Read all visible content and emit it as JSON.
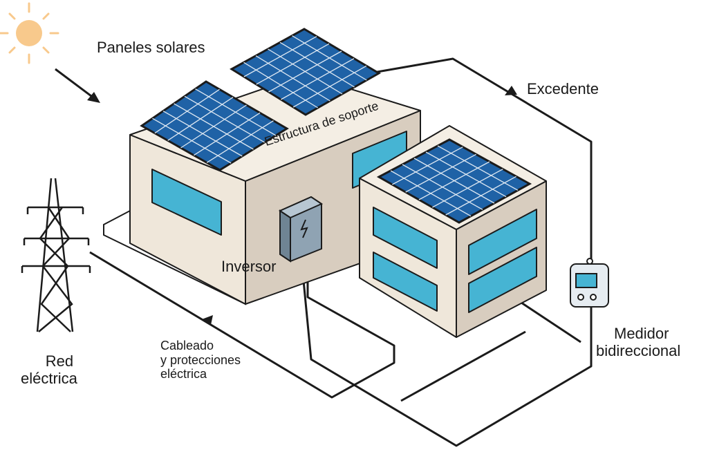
{
  "labels": {
    "panels": "Paneles solares",
    "surplus": "Excedente",
    "structure": "Estructura de soporte",
    "inverter": "Inversor",
    "grid_line1": "Red",
    "grid_line2": "eléctrica",
    "wiring_line1": "Cableado",
    "wiring_line2": "y protecciones",
    "wiring_line3": "eléctrica",
    "meter_line1": "Medidor",
    "meter_line2": "bidireccional"
  },
  "colors": {
    "panel": "#1f62a6",
    "window": "#46b4d3",
    "wall": "#efe7da",
    "wall_side": "#d8cdbf",
    "sun": "#f8c98c",
    "line": "#1b1b1b"
  }
}
